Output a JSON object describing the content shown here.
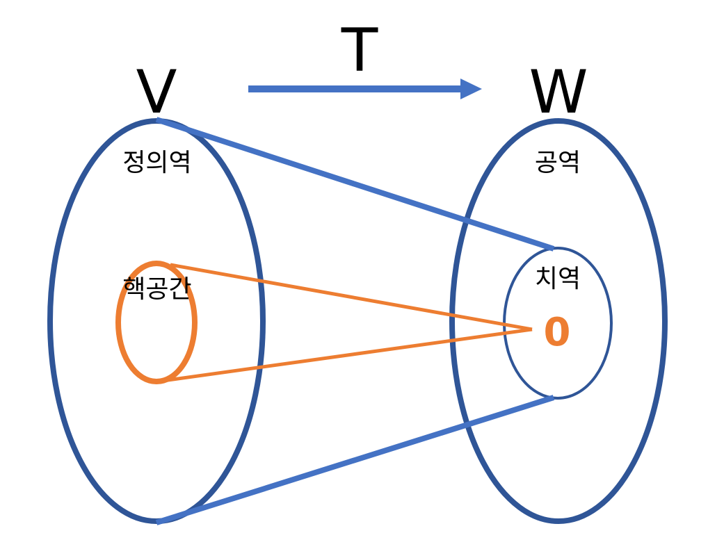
{
  "diagram": {
    "domain_set": "V",
    "codomain_set": "W",
    "map_label": "T",
    "domain_region": "정의역",
    "codomain_region": "공역",
    "kernel_region": "핵공간",
    "range_region": "치역",
    "zero_vector": "0"
  },
  "colors": {
    "set_outline": "#2F5597",
    "map_arrow": "#4472C4",
    "kernel": "#ED7D31",
    "text": "#000000"
  }
}
